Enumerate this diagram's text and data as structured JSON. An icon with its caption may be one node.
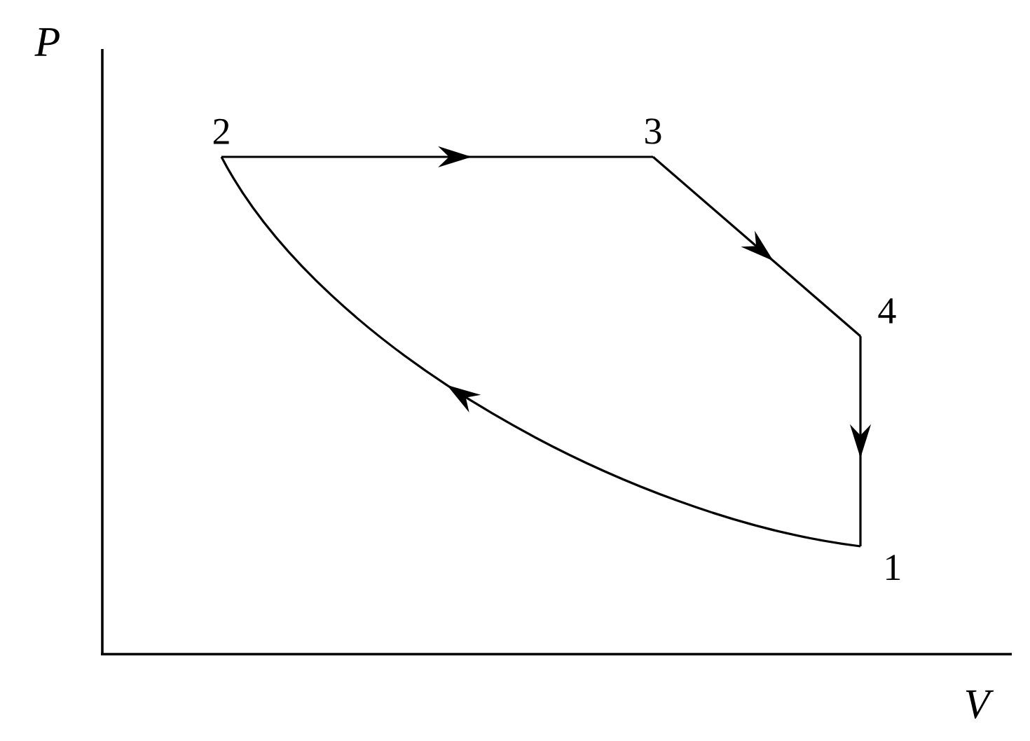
{
  "diagram": {
    "nodes": [
      {
        "text": [
          "2"
        ]
      },
      {
        "text": [
          "3"
        ]
      },
      {
        "text": [
          "4"
        ]
      },
      {
        "text": [
          "1"
        ]
      }
    ],
    "edges": [
      {
        "from": 0,
        "to": 1,
        "arrow": "to"
      },
      {
        "from": 1,
        "to": 2,
        "arrow": "to"
      },
      {
        "from": 2,
        "to": 3,
        "arrow": "to"
      },
      {
        "from": 3,
        "to": 0,
        "arrow": "to"
      }
    ],
    "labels": [
      "P",
      "V"
    ]
  }
}
